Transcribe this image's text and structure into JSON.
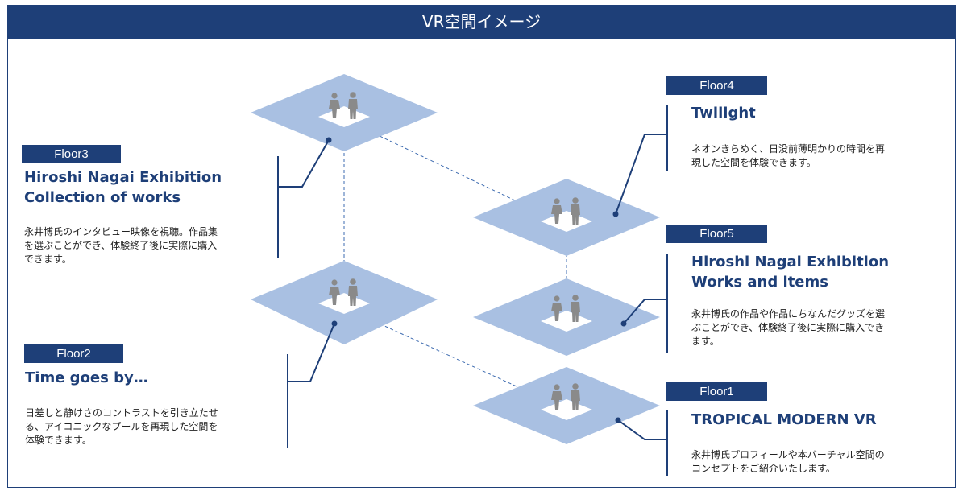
{
  "header": {
    "title": "VR空間イメージ"
  },
  "floors": {
    "floor1": {
      "tag": "Floor1",
      "title_line1": "TROPICAL MODERN VR",
      "desc_line1": "永井博氏プロフィールや本バーチャル空間の",
      "desc_line2": "コンセプトをご紹介いたします。"
    },
    "floor2": {
      "tag": "Floor2",
      "title_line1": "Time goes by…",
      "desc_line1": "日差しと静けさのコントラストを引き立たせ",
      "desc_line2": "る、アイコニックなプールを再現した空間を",
      "desc_line3": "体験できます。"
    },
    "floor3": {
      "tag": "Floor3",
      "title_line1": "Hiroshi Nagai Exhibition",
      "title_line2": "Collection of works",
      "desc_line1": "永井博氏のインタビュー映像を視聴。作品集",
      "desc_line2": "を選ぶことができ、体験終了後に実際に購入",
      "desc_line3": "できます。"
    },
    "floor4": {
      "tag": "Floor4",
      "title_line1": "Twilight",
      "desc_line1": "ネオンきらめく、日没前薄明かりの時間を再",
      "desc_line2": "現した空間を体験できます。"
    },
    "floor5": {
      "tag": "Floor5",
      "title_line1": "Hiroshi Nagai Exhibition",
      "title_line2": "Works and items",
      "desc_line1": "永井博氏の作品や作品にちなんだグッズを選",
      "desc_line2": "ぶことができ、体験終了後に実際に購入でき",
      "desc_line3": "ます。"
    }
  },
  "colors": {
    "navy": "#1e3f78",
    "floor_fill": "#a9c0e2",
    "figure": "#8a8a8a"
  },
  "icons": {
    "people": "person-pair-icon"
  }
}
